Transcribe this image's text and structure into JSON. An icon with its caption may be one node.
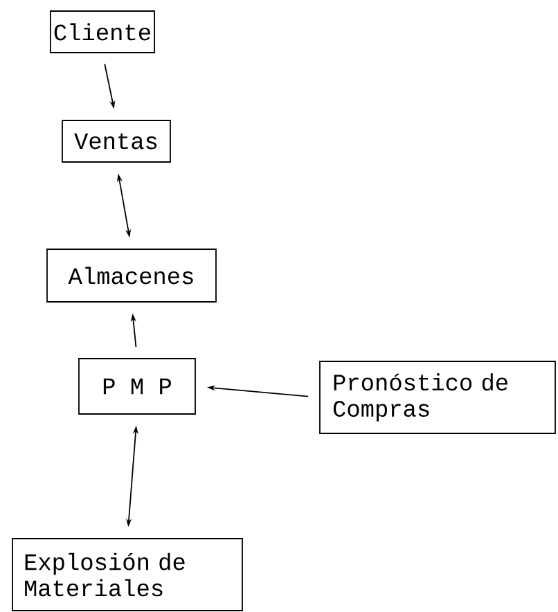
{
  "diagram": {
    "nodes": [
      {
        "text": [
          "Cliente"
        ]
      },
      {
        "text": [
          "Ventas"
        ]
      },
      {
        "text": [
          "Almacenes"
        ]
      },
      {
        "text": [
          "P M P"
        ]
      },
      {
        "text": [
          "Pronóstico de Compras"
        ]
      },
      {
        "text": [
          "Explosión de Materiales"
        ]
      }
    ],
    "edges": [
      {
        "from": 0,
        "to": 1,
        "arrow": "to"
      },
      {
        "from": 1,
        "to": 2,
        "arrow": "both"
      },
      {
        "from": 3,
        "to": 2,
        "arrow": "to"
      },
      {
        "from": 4,
        "to": 3,
        "arrow": "to"
      },
      {
        "from": 3,
        "to": 5,
        "arrow": "both"
      }
    ]
  }
}
